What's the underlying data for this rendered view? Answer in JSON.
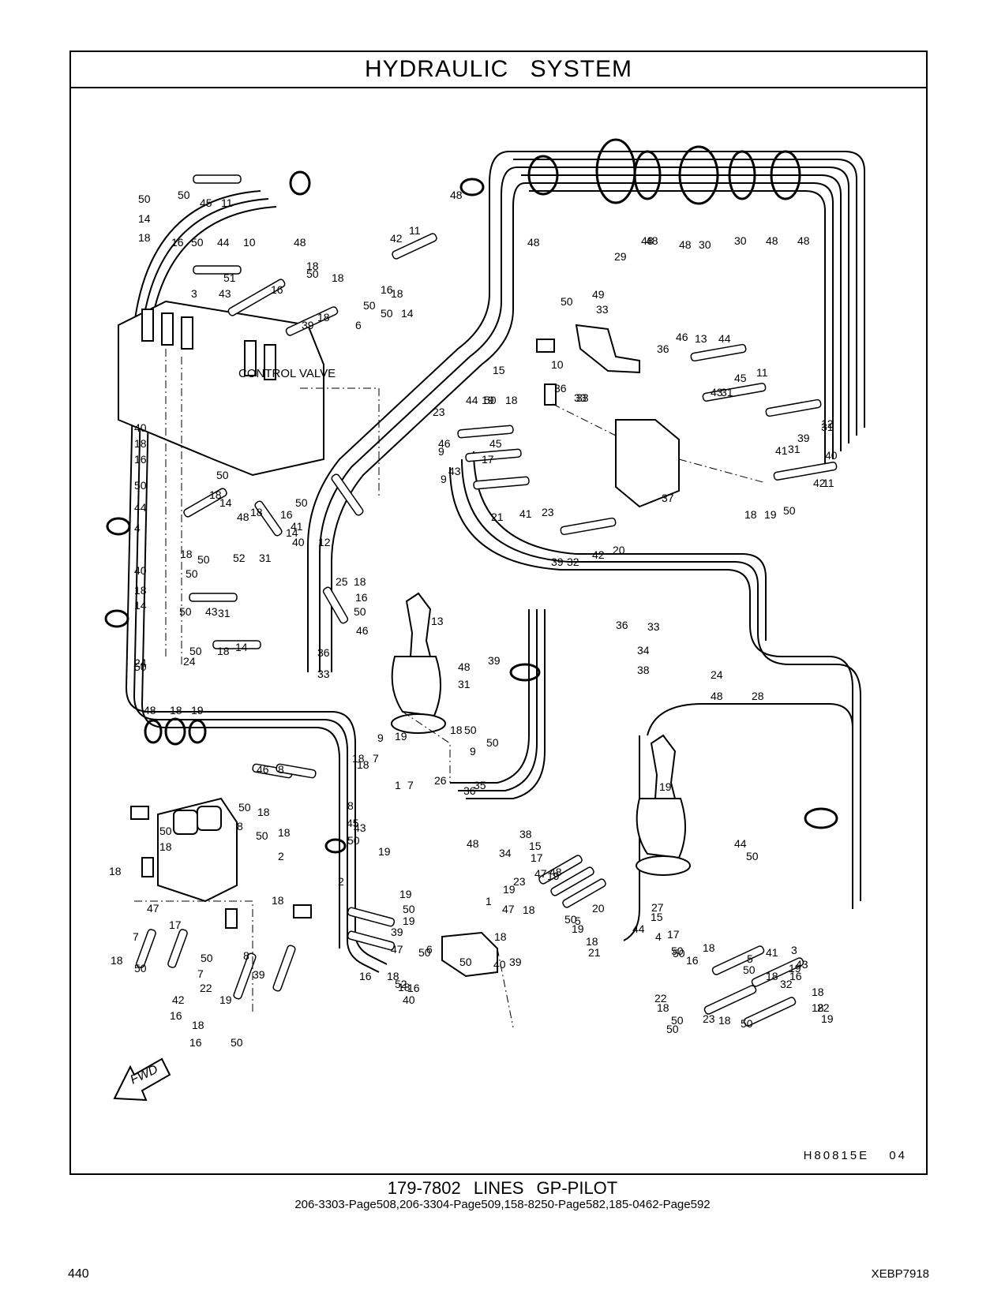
{
  "header": {
    "title": "HYDRAULIC SYSTEM"
  },
  "figure": {
    "code": "H80815E 04",
    "component_label": "CONTROL VALVE",
    "direction_label": "FWD",
    "callouts": [
      "50",
      "50",
      "45",
      "11",
      "14",
      "18",
      "16",
      "50",
      "44",
      "10",
      "48",
      "48",
      "42",
      "11",
      "48",
      "48",
      "29",
      "48",
      "48",
      "30",
      "30",
      "48",
      "48",
      "51",
      "43",
      "3",
      "18",
      "16",
      "18",
      "50",
      "50",
      "16",
      "18",
      "50",
      "14",
      "18",
      "39",
      "6",
      "50",
      "49",
      "33",
      "36",
      "46",
      "13",
      "44",
      "10",
      "36",
      "33",
      "15",
      "45",
      "11",
      "43",
      "31",
      "19",
      "18",
      "33",
      "23",
      "44",
      "50",
      "46",
      "45",
      "31",
      "9",
      "17",
      "12",
      "41",
      "31",
      "39",
      "40",
      "43",
      "9",
      "42",
      "11",
      "18",
      "19",
      "50",
      "37",
      "21",
      "41",
      "23",
      "39",
      "32",
      "42",
      "20",
      "40",
      "18",
      "16",
      "50",
      "44",
      "4",
      "50",
      "18",
      "14",
      "50",
      "16",
      "18",
      "48",
      "14",
      "40",
      "52",
      "18",
      "50",
      "31",
      "41",
      "12",
      "40",
      "18",
      "14",
      "50",
      "50",
      "43",
      "31",
      "50",
      "18",
      "14",
      "25",
      "18",
      "16",
      "50",
      "46",
      "13",
      "50",
      "24",
      "24",
      "36",
      "33",
      "34",
      "38",
      "48",
      "31",
      "39",
      "36",
      "33",
      "24",
      "48",
      "28",
      "48",
      "18",
      "19",
      "18",
      "50",
      "9",
      "19",
      "9",
      "50",
      "18",
      "7",
      "7",
      "18",
      "46",
      "8",
      "43",
      "26",
      "35",
      "36",
      "19",
      "50",
      "18",
      "50",
      "18",
      "8",
      "50",
      "18",
      "2",
      "8",
      "45",
      "50",
      "19",
      "1",
      "48",
      "34",
      "38",
      "15",
      "17",
      "47",
      "44",
      "50",
      "18",
      "19",
      "48",
      "23",
      "19",
      "1",
      "47",
      "2",
      "50",
      "19",
      "18",
      "19",
      "50",
      "20",
      "27",
      "15",
      "17",
      "47",
      "18",
      "5",
      "19",
      "18",
      "40",
      "18",
      "21",
      "44",
      "4",
      "18",
      "50",
      "5",
      "18",
      "50",
      "16",
      "19",
      "41",
      "3",
      "43",
      "7",
      "17",
      "18",
      "50",
      "39",
      "47",
      "18",
      "52",
      "40",
      "50",
      "7",
      "22",
      "8",
      "39",
      "19",
      "42",
      "50",
      "16",
      "18",
      "6",
      "50",
      "39",
      "22",
      "18",
      "50",
      "50",
      "16",
      "22",
      "18",
      "18",
      "19",
      "32",
      "50",
      "23",
      "18",
      "50",
      "16",
      "18",
      "16",
      "50",
      "16"
    ]
  },
  "caption": {
    "title": "179-7802 LINES GP-PILOT",
    "references": "206-3303-Page508,206-3304-Page509,158-8250-Page582,185-0462-Page592"
  },
  "footer": {
    "page_number": "440",
    "document_code": "XEBP7918"
  }
}
